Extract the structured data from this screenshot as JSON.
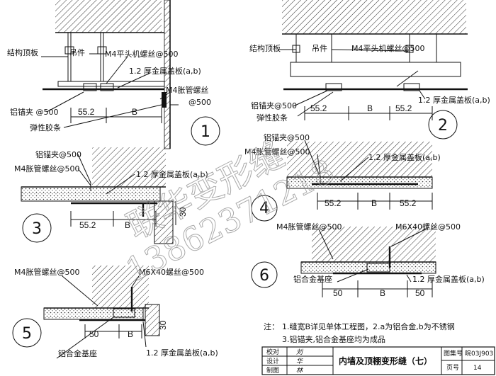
{
  "details": [
    {
      "number": "1",
      "labels": {
        "structural_slab": "结构顶板",
        "hanger": "吊件",
        "screw": "M4平头机螺丝@500",
        "cover": "1.2 厚金属盖板(a,b)",
        "anchor_bolt": "M4胀管螺丝",
        "anchor_bolt_spacing": "@500",
        "clip": "铝锚夹 @500",
        "rubber": "弹性胶条"
      },
      "dims": [
        "55.2",
        "B"
      ]
    },
    {
      "number": "2",
      "labels": {
        "structural_slab": "结构顶板",
        "hanger": "吊件",
        "screw": "M4平头机螺丝@500",
        "cover": "1.2 厚金属盖板(a,b)",
        "clip": "铝锚夹@500",
        "rubber": "弹性胶条"
      },
      "dims": [
        "55.2",
        "B",
        "55.2"
      ]
    },
    {
      "number": "3",
      "labels": {
        "clip": "铝锚夹@500",
        "anchor_bolt": "M4胀管螺丝@500",
        "cover": "1.2 厚金属盖板(a,b)"
      },
      "dims": [
        "55.2",
        "B",
        "30"
      ]
    },
    {
      "number": "4",
      "labels": {
        "clip": "铝锚夹@500",
        "anchor_bolt": "M4胀管螺丝@500",
        "cover": "1.2 厚金属盖板(a,b)"
      },
      "dims": [
        "55.2",
        "B",
        "55.2"
      ]
    },
    {
      "number": "5",
      "labels": {
        "anchor_bolt": "M4胀管螺丝@500",
        "bolt": "M6X40螺丝@500",
        "base": "铝合金基座",
        "cover": "1.2 厚金属盖板(a,b)"
      },
      "dims": [
        "50",
        "B",
        "30"
      ]
    },
    {
      "number": "6",
      "labels": {
        "anchor_bolt": "M4胀管螺丝@500",
        "bolt": "M6X40螺丝@500",
        "base": "铝合金基座",
        "cover": "1.2 厚金属盖板(a,b)"
      },
      "dims": [
        "50",
        "B",
        "50"
      ]
    }
  ],
  "notes": {
    "prefix": "注：",
    "line1": "1.缝宽B详见单体工程图，2.a为铝合金,b为不锈钢",
    "line2": "3.铝锚夹,铝合金基座均为成品"
  },
  "title_block": {
    "title": "内墙及顶棚变形缝（七）",
    "atlas_label": "图集号",
    "atlas_no": "皖03J903",
    "page_label": "页号",
    "page_no": "14",
    "roles": [
      "校对",
      "设计",
      "制图"
    ],
    "signatures": [
      "刘",
      "华",
      "林"
    ]
  },
  "watermark": {
    "line1": "联华变形缝",
    "line2": "13862371218"
  }
}
